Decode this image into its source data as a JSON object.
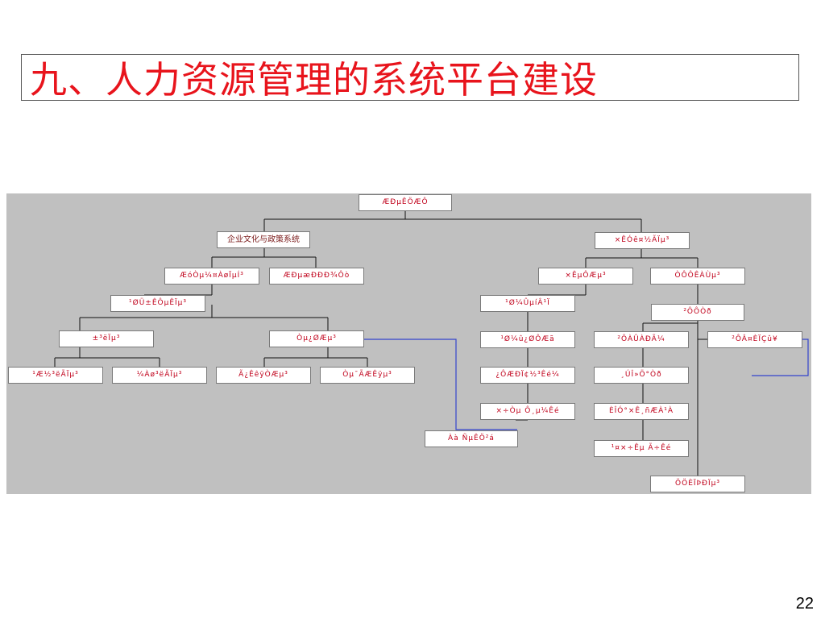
{
  "title": "九、人力资源管理的系统平台建设",
  "page_number": "22",
  "nodes": {
    "root": "ÆÐµÊÖÆÔ",
    "culture": "企业文化与政策系统",
    "right_top": "×ÊÓê¤½ÃÏµ³",
    "a1": "ÆóÒµ¼¤ÀøÏµÍ³",
    "a2": "ÆÐµæÐÐÐ¾Ôò",
    "b1": "¹ØÜ±ÊÔµÊÏµ³",
    "c1": "±³ëÏµ³",
    "c2": "Òµ¿ØÆµ³",
    "d1": "¹Æ½³ëÃÏµ³",
    "d2": "¼Àø³ëÃÏµ³",
    "d3": "Ã¿ÊêÿÒÆµ³",
    "d4": "Òµ¯ÃÆÊÿµ³",
    "r1": "×ÊµÔÆµ³",
    "r2": "ÒÔÔÊÀÙµ³",
    "r3": "¹Ø¼ÛµíÂ¹Ï",
    "r4": "²ÔÔÒð",
    "r5": "¹Ø¼û¿ØÔÆã",
    "r6": "²ÔÀÛÀÐÃ¼",
    "r7": "²ÔÂ¤ÈÏÇû¥",
    "r8": "¿ÔÆÐÏ¢½³Êé¼",
    "r9": "¸ÚÎ»Ö°Òð",
    "r10": "×÷Òµ Ô¸µ¼Êé",
    "r11": "ÈÎÓ°×Ê¸ñÆÀ¹À",
    "r12": "Àà ÑµÊÖ²á",
    "r13": "¹¤×÷Êµ Ã÷Êé",
    "r14": "ÖÖÈÏÞÐÏµ³"
  },
  "colors": {
    "title": "#e8141c",
    "node_text": "#c0001a",
    "connector": "#111111",
    "link": "#3344cc",
    "panel": "#c0c0c0"
  }
}
